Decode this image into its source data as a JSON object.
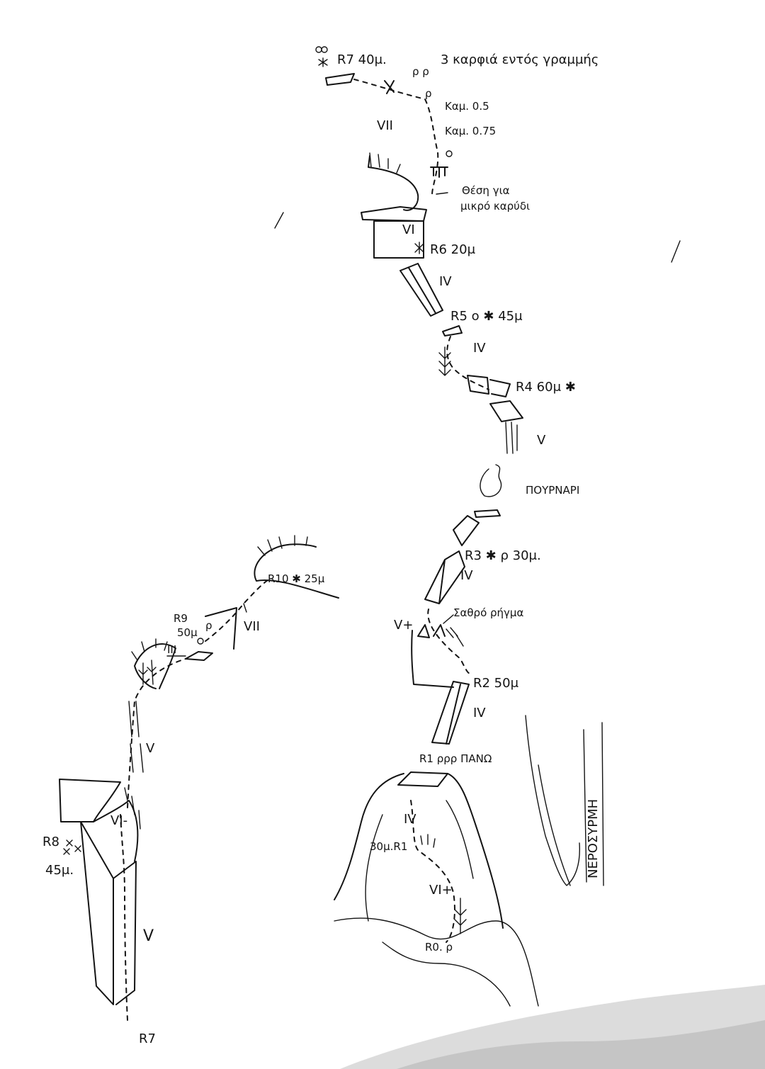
{
  "labels": {
    "r7_top": "R7 40μ.",
    "r7_top_note": "3 καρφιά εντός γραμμής",
    "pp_marks": "ρ ρ",
    "cam_05": "Καμ. 0.5",
    "cam_075": "Καμ. 0.75",
    "grade_vii_top": "VII",
    "nut_position_1": "Θέση για",
    "nut_position_2": "μικρό καρύδι",
    "grade_vi_r6": "VI",
    "r6": "R6 20μ",
    "grade_iv_r6": "IV",
    "r5": "R5 ο ✱ 45μ",
    "grade_iv_r5": "IV",
    "r4": "R4 60μ ✱",
    "grade_v_r4": "V",
    "pournari": "ΠΟΥΡΝΑΡΙ",
    "r3": "R3 ✱ ρ  30μ.",
    "grade_iv_r3": "IV",
    "loose_rock": "Σαθρό ρήγμα",
    "grade_v_plus": "V+",
    "r2": "R2 50μ",
    "grade_iv_r2": "IV",
    "r1": "R1 ρρρ ΠΑΝΩ",
    "grade_iv_base": "IV",
    "r1_30": "30μ.R1",
    "grade_vi_plus": "VI+",
    "r0": "R0. ρ",
    "waterfall": "ΝΕΡΟΣΥΡΜΗ",
    "r10": "R10 ✱ 25μ",
    "r9_a": "R9",
    "r9_b": "50μ",
    "grade_vii_r9": "VII",
    "grade_iii": "III",
    "grade_v_left": "V",
    "grade_vi_minus": "VI-",
    "r8_a": "R8",
    "r8_b": "45μ.",
    "grade_v_left_low": "V",
    "r7_bottom": "R7",
    "piton": "ρ"
  }
}
